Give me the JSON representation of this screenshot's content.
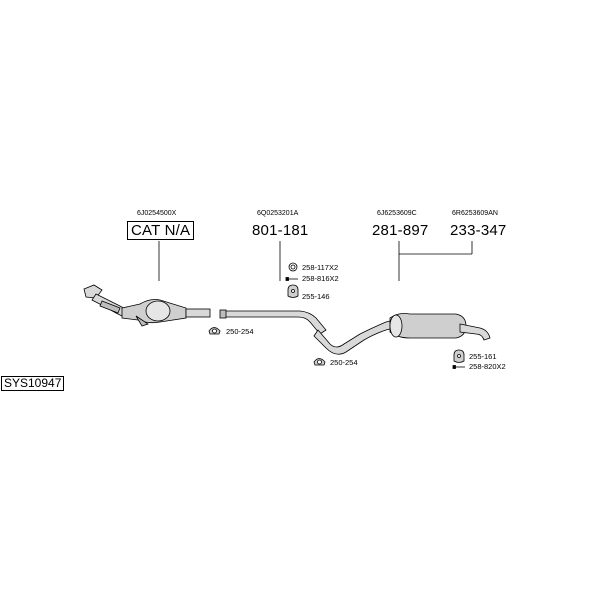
{
  "system_code": "SYS10947",
  "groups": [
    {
      "oem": "6J0254500X",
      "part": "CAT N/A"
    },
    {
      "oem": "6Q0253201A",
      "part": "801-181"
    },
    {
      "oem": "6J6253609C",
      "part": "281-897"
    },
    {
      "oem": "6R6253609AN",
      "part": "233-347"
    }
  ],
  "accessories": [
    {
      "code": "258-117X2",
      "icon": "ring-gasket-icon"
    },
    {
      "code": "258-816X2",
      "icon": "bolt-icon"
    },
    {
      "code": "255-146",
      "icon": "rubber-hanger-icon"
    },
    {
      "code": "250-254",
      "icon": "clamp-icon"
    },
    {
      "code": "250-254",
      "icon": "clamp-icon"
    },
    {
      "code": "255-161",
      "icon": "rubber-hanger-icon"
    },
    {
      "code": "258-820X2",
      "icon": "bolt-icon"
    }
  ]
}
